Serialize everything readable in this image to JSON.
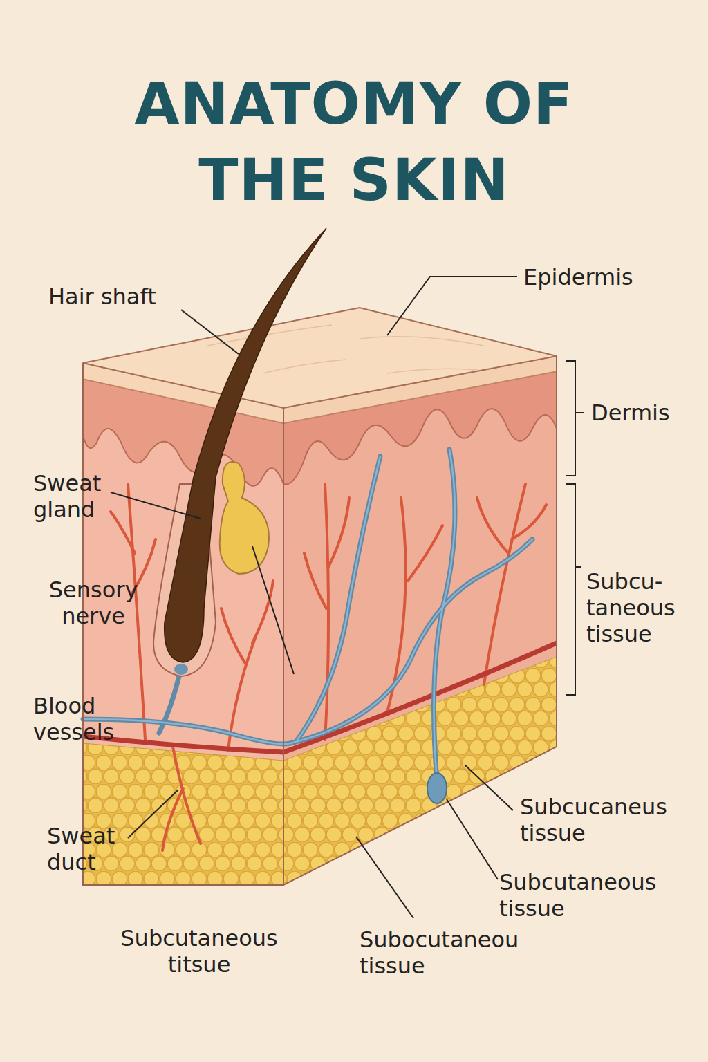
{
  "diagram": {
    "title": "ANATOMY OF THE SKIN",
    "labels": [
      "Hair shaft",
      "Epidermis",
      "Dermis",
      "Sweat gland",
      "Sensory nerve",
      "Subcu- taneous tissue",
      "Blood vessels",
      "Sweat duct",
      "Subcucaneus tissue",
      "Subcutaneous tissue",
      "Subcutaneous titsue",
      "Subocutaneou tissue"
    ]
  }
}
